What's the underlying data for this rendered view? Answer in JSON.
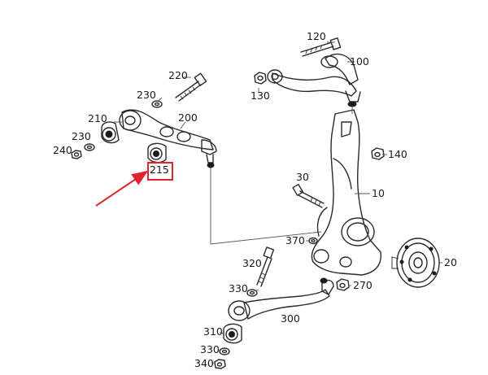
{
  "labels": {
    "l10": "10",
    "l20": "20",
    "l30": "30",
    "l100": "100",
    "l120": "120",
    "l130": "130",
    "l140": "140",
    "l200": "200",
    "l210": "210",
    "l215": "215",
    "l220": "220",
    "l230a": "230",
    "l230b": "230",
    "l240": "240",
    "l270": "270",
    "l300": "300",
    "l310": "310",
    "l320": "320",
    "l330a": "330",
    "l330b": "330",
    "l340": "340",
    "l370": "370"
  },
  "highlight": {
    "color": "#e0242b",
    "target_label": "215"
  }
}
